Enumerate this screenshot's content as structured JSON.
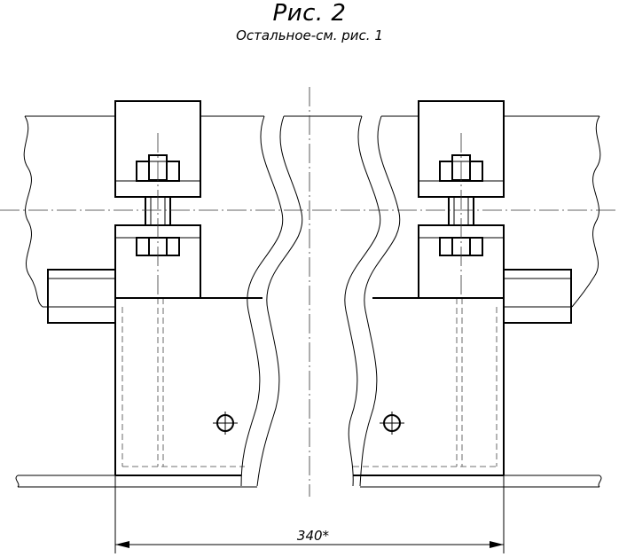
{
  "figure": {
    "title": "Рис. 2",
    "subtitle": "Остальное-см. рис. 1"
  },
  "dimension": {
    "label": "340*"
  },
  "colors": {
    "line": "#000000",
    "background": "#ffffff"
  }
}
